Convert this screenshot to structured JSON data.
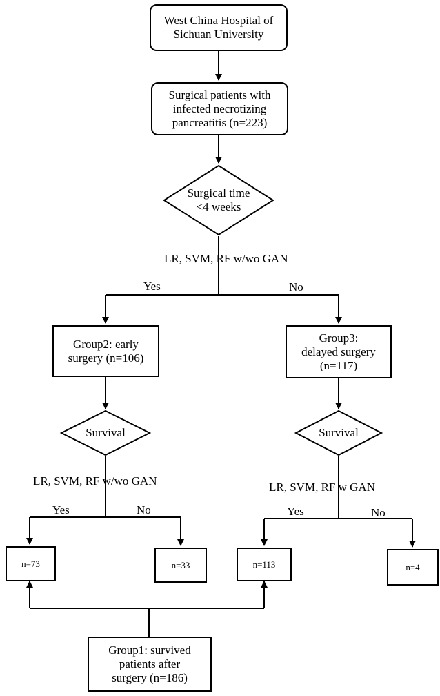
{
  "nodes": {
    "hospital": "West China Hospital of\nSichuan University",
    "patients": "Surgical patients with\ninfected necrotizing\npancreatitis (n=223)",
    "decision_time": "Surgical time\n<4 weeks",
    "group2": "Group2: early\nsurgery (n=106)",
    "group3": "Group3:\ndelayed surgery\n(n=117)",
    "survival_left": "Survival",
    "survival_right": "Survival",
    "n73": "n=73",
    "n33": "n=33",
    "n113": "n=113",
    "n4": "n=4",
    "group1": "Group1: survived\npatients after\nsurgery (n=186)"
  },
  "labels": {
    "method_top": "LR, SVM, RF w/wo GAN",
    "method_left": "LR, SVM, RF w/wo GAN",
    "method_right": "LR, SVM, RF w GAN",
    "yes_top": "Yes",
    "no_top": "No",
    "yes_left": "Yes",
    "no_left": "No",
    "yes_right": "Yes",
    "no_right": "No"
  }
}
